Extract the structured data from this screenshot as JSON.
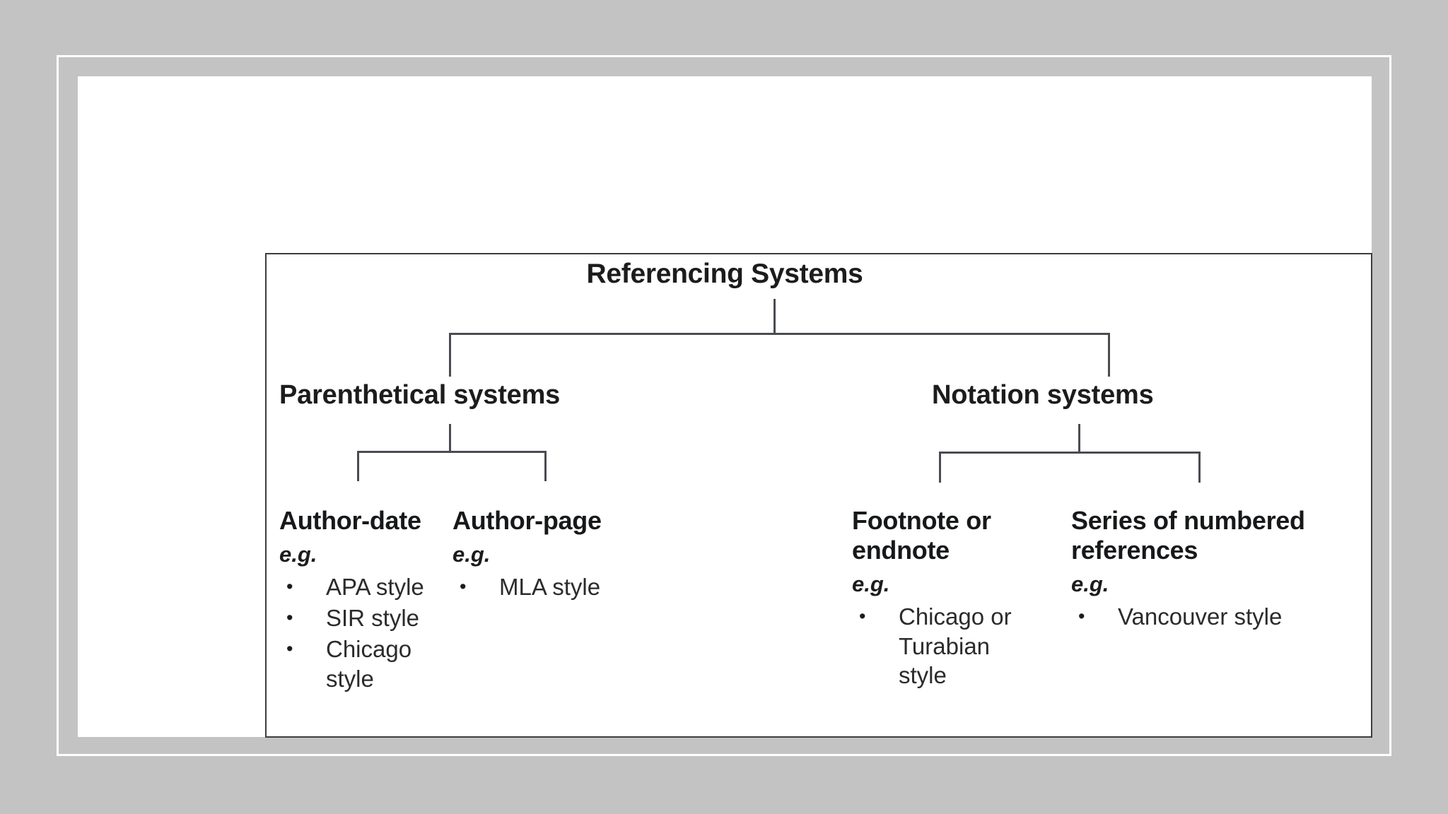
{
  "diagram": {
    "type": "tree",
    "root": {
      "label": "Referencing Systems"
    },
    "branches": [
      {
        "label": "Parenthetical systems",
        "children": [
          {
            "heading": "Author-date",
            "eg_label": "e.g.",
            "examples": [
              "APA style",
              "SIR style",
              "Chicago style"
            ]
          },
          {
            "heading": "Author-page",
            "eg_label": "e.g.",
            "examples": [
              "MLA style"
            ]
          }
        ]
      },
      {
        "label": "Notation systems",
        "children": [
          {
            "heading": "Footnote or endnote",
            "eg_label": "e.g.",
            "examples": [
              "Chicago or Turabian style"
            ]
          },
          {
            "heading": "Series of numbered references",
            "eg_label": "e.g.",
            "examples": [
              "Vancouver style"
            ]
          }
        ]
      }
    ],
    "bullet_glyph": "•",
    "colors": {
      "page_background": "#c3c3c3",
      "card_background": "#ffffff",
      "frame_border": "#ffffff",
      "box_border": "#3b3d42",
      "connector": "#4a4c51",
      "heading_text": "#1c1c1c",
      "body_text": "#2b2b2b"
    }
  }
}
